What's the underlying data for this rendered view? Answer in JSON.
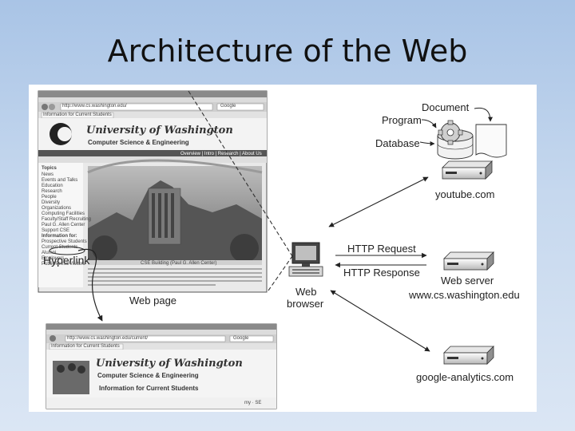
{
  "slide": {
    "title": "Architecture of the Web"
  },
  "labels": {
    "document": "Document",
    "program": "Program",
    "database": "Database",
    "youtube": "youtube.com",
    "http_request": "HTTP Request",
    "http_response": "HTTP Response",
    "web_server": "Web server",
    "cs_washington": "www.cs.washington.edu",
    "web_browser_line1": "Web",
    "web_browser_line2": "browser",
    "google_analytics": "google-analytics.com",
    "hyperlink": "Hyperlink",
    "web_page": "Web page"
  },
  "browser_top": {
    "tab_title": "Information for Current Students",
    "url": "http://www.cs.washington.edu/",
    "banner_line1": "University of Washington",
    "banner_line2": "Computer Science & Engineering",
    "search_label": "Google",
    "nav_links": "Overview | Intro | Research | About Us",
    "sidebar_title": "Topics",
    "sidebar_items": [
      "News",
      "Events and Talks",
      "Education",
      "Research",
      "People",
      "Diversity",
      "Organizations",
      "Computing Facilities",
      "Faculty/Staff Recruiting",
      "Paul G. Allen Center",
      "Support CSE",
      "Information for:",
      "Prospective Students",
      "Current Students",
      "Alumni",
      "Employers",
      "Public/Press/Visitors"
    ],
    "photo_caption": "CSE Building (Paul G. Allen Center)"
  },
  "browser_bottom": {
    "tab_title": "Information for Current Students",
    "url": "http://www.cs.washington.edu/current/",
    "banner_line1": "University of Washington",
    "banner_line2": "Computer Science & Engineering",
    "subtitle": "Information for Current Students",
    "search_label": "Google",
    "corner_text": "my · SE"
  },
  "colors": {
    "background_top": "#a9c4e6",
    "panel": "#ffffff",
    "ink": "#222222"
  }
}
